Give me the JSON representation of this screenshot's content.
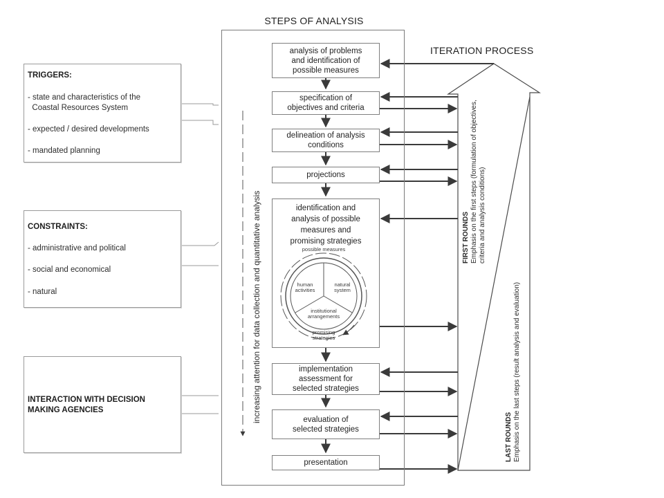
{
  "main_title": "STEPS OF ANALYSIS",
  "iteration_title": "ITERATION PROCESS",
  "vertical_label": "increasing attention for data collection and quantitative analysis",
  "triggers": {
    "heading": "TRIGGERS:",
    "items": [
      "- state and characteristics of the\n  Coastal Resources System",
      "- expected / desired developments",
      "- mandated planning"
    ]
  },
  "constraints": {
    "heading": "CONSTRAINTS:",
    "items": [
      "- administrative and political",
      "- social and economical",
      "- natural"
    ]
  },
  "interaction": {
    "heading": "INTERACTION WITH DECISION\nMAKING AGENCIES"
  },
  "steps": [
    "analysis of problems\nand identification of\npossible measures",
    "specification of\nobjectives and criteria",
    "delineation of analysis\nconditions",
    "projections",
    "identification and\nanalysis of possible\nmeasures and\npromising strategies",
    "implementation\nassessment for\nselected strategies",
    "evaluation of\nselected strategies",
    "presentation"
  ],
  "wheel": {
    "top": "possible measures",
    "left": "human\nactivities",
    "right": "natural\nsystem",
    "bottom": "institutional\narrangements",
    "base": "promising\nstrategies"
  },
  "first_rounds": {
    "title": "FIRST ROUNDS",
    "text": "Emphasis on the first steps (formulation of objectives,\ncriteria and analysis conditions)"
  },
  "last_rounds": {
    "title": "LAST ROUNDS",
    "text": "Emphasis on the last steps (result analysis and evaluation)"
  }
}
